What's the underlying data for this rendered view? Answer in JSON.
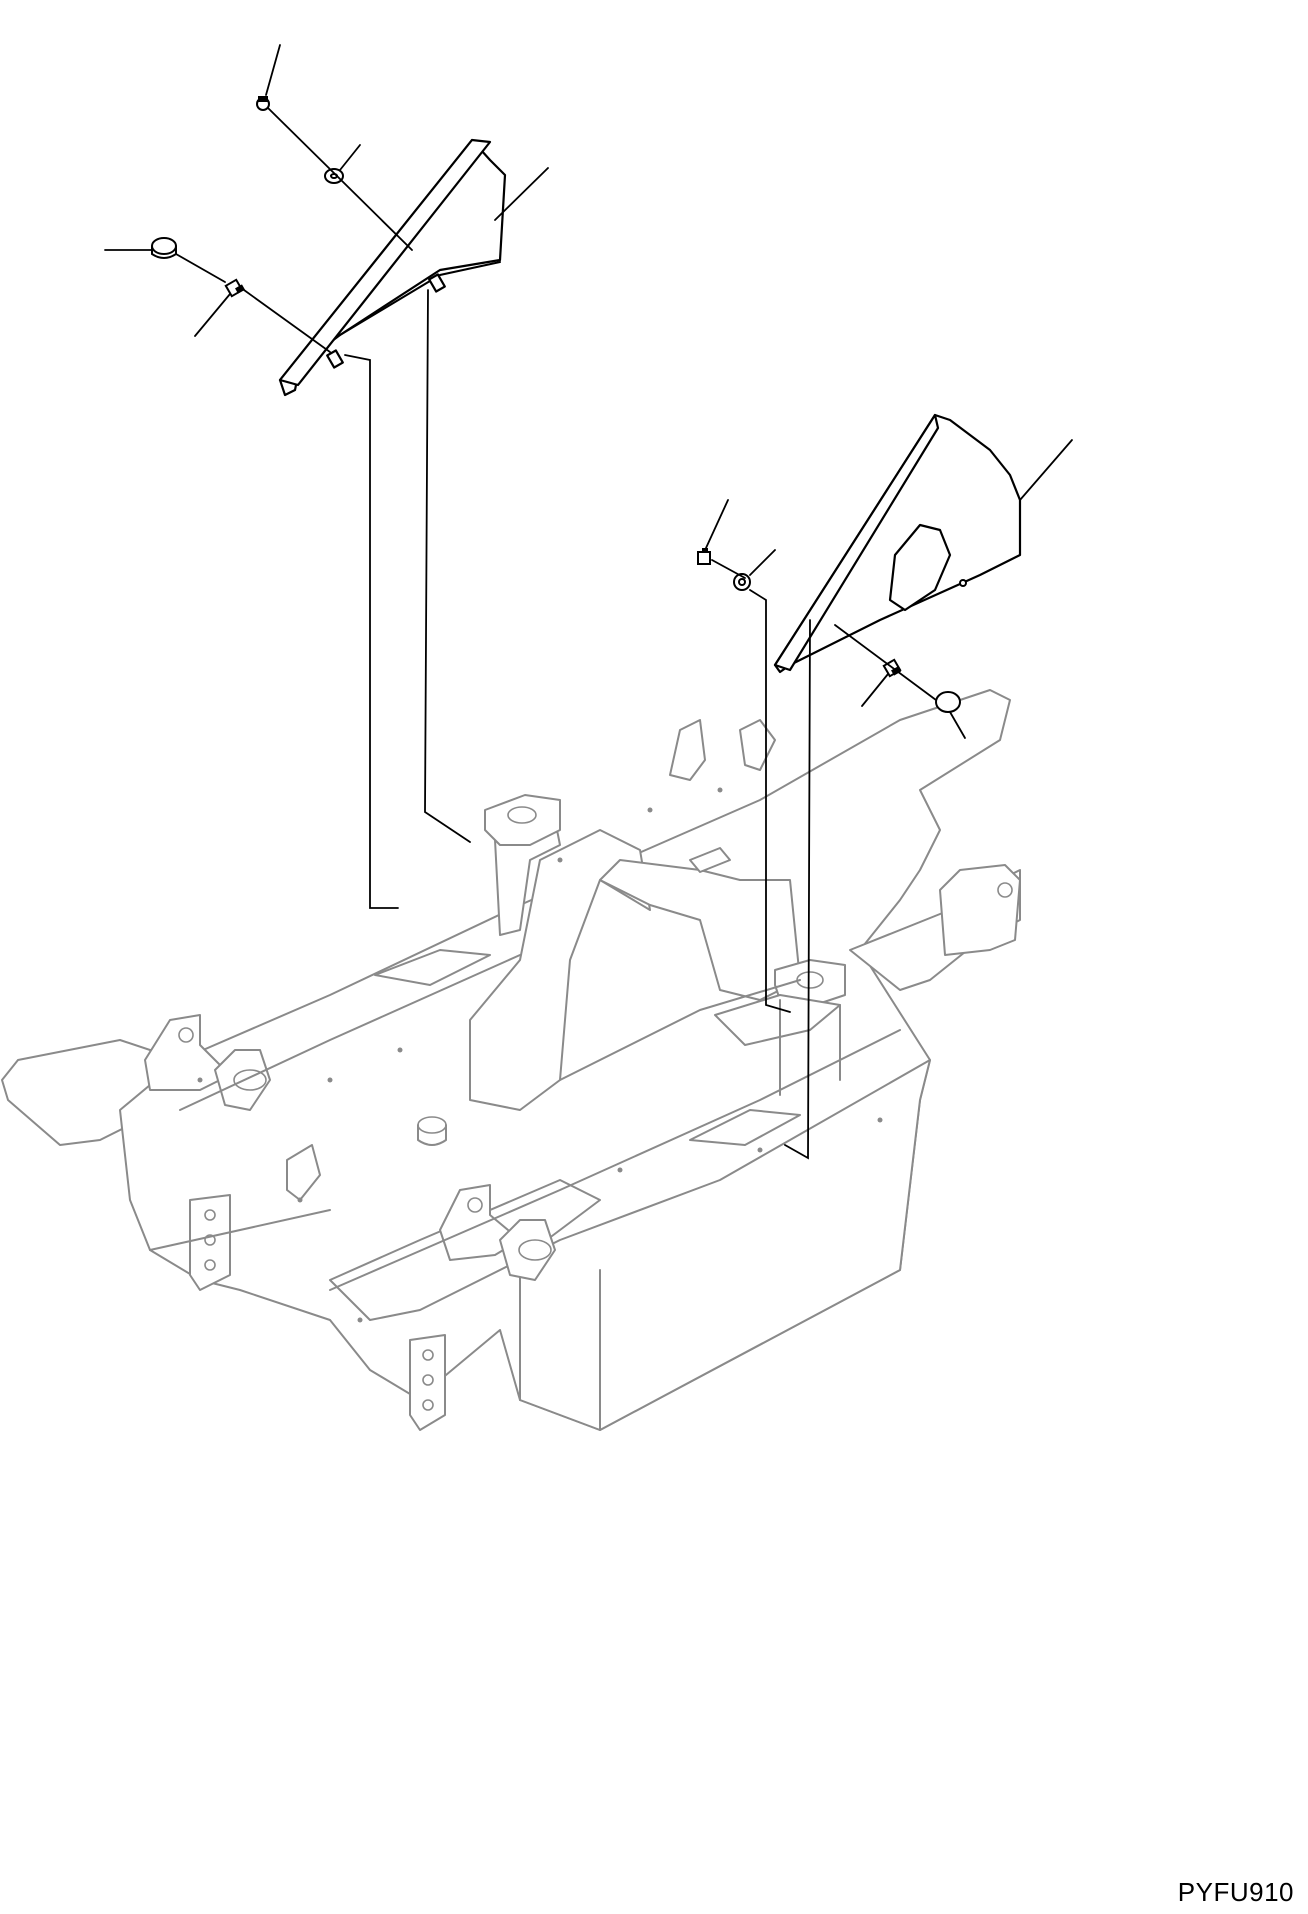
{
  "drawing": {
    "code": "PYFU910"
  },
  "colors": {
    "frame_outline": "#8a8a8a",
    "cover_parts": "#000000",
    "background": "#ffffff"
  },
  "parts": {
    "left_cover": "left-side-cover-panel",
    "right_cover": "right-side-cover-panel",
    "hardware": [
      "bolt",
      "washer",
      "bolt",
      "cap",
      "bolt",
      "washer",
      "bolt",
      "cap"
    ]
  }
}
